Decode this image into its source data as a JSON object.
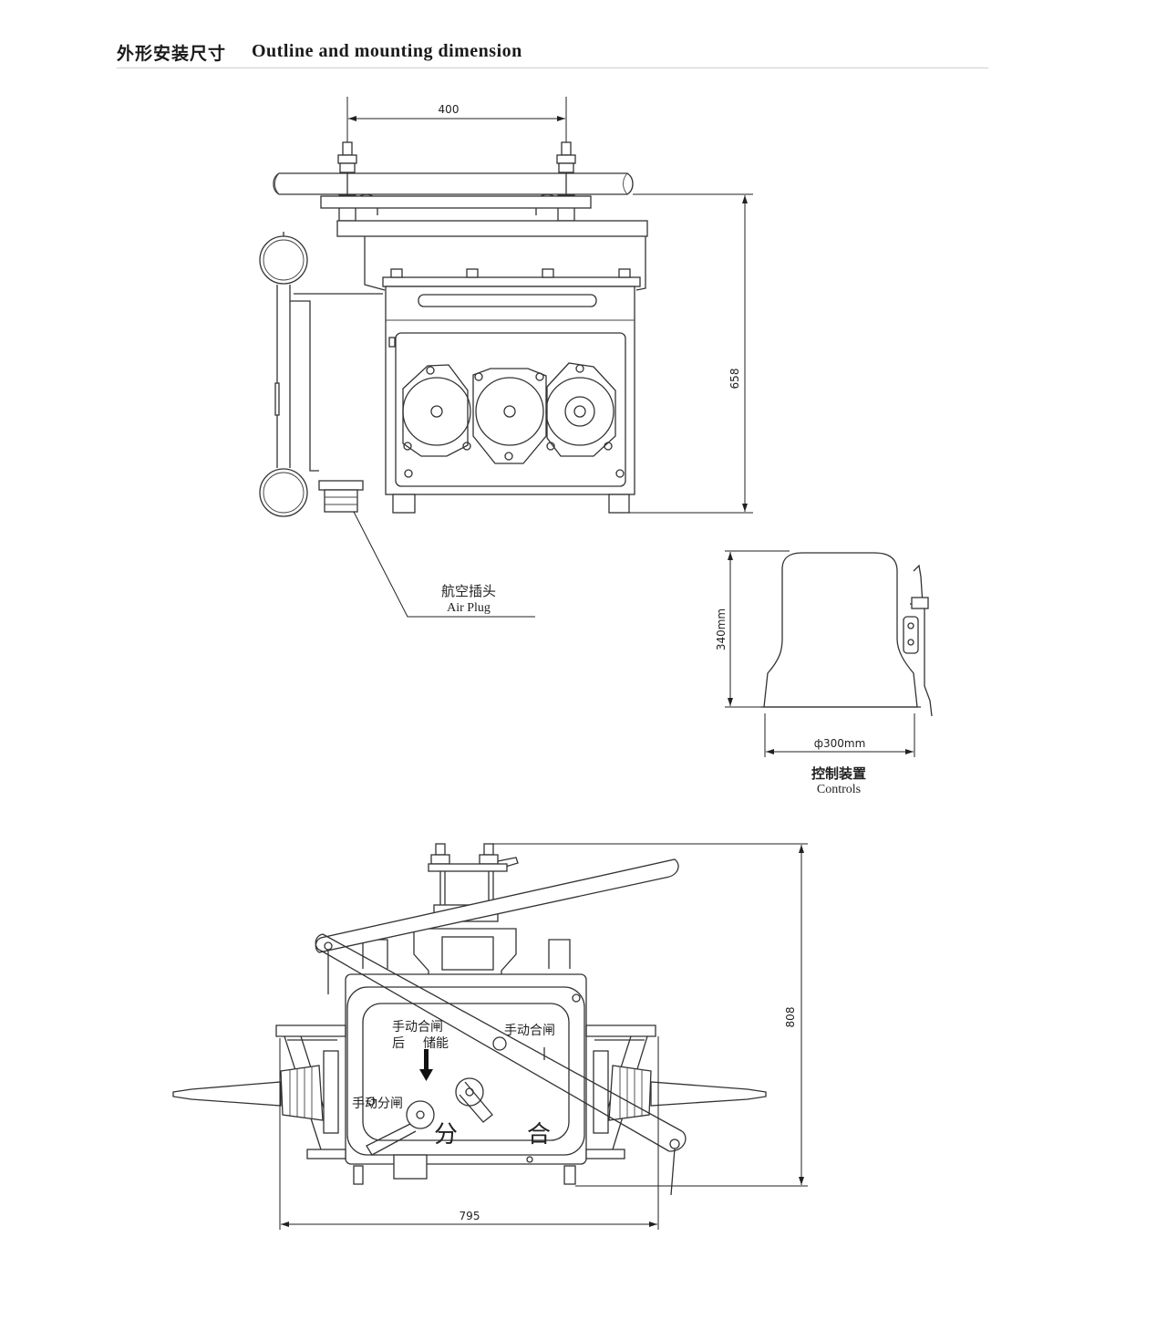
{
  "header": {
    "title_cn": "外形安装尺寸",
    "title_en": "Outline and mounting dimension"
  },
  "front_view": {
    "dim_top": "400",
    "dim_height": "658",
    "air_plug_cn": "航空插头",
    "air_plug_en": "Air Plug"
  },
  "controls_view": {
    "dim_height": "340mm",
    "dim_diameter": "ф300mm",
    "label_cn": "控制装置",
    "label_en": "Controls"
  },
  "side_view": {
    "dim_height": "808",
    "dim_width": "795",
    "label_manual_close_after": "手动合闸",
    "label_after": "后",
    "label_storage": "储能",
    "label_manual_close": "手动合闸",
    "label_manual_open": "手动分闸",
    "label_open": "分",
    "label_close": "合"
  }
}
